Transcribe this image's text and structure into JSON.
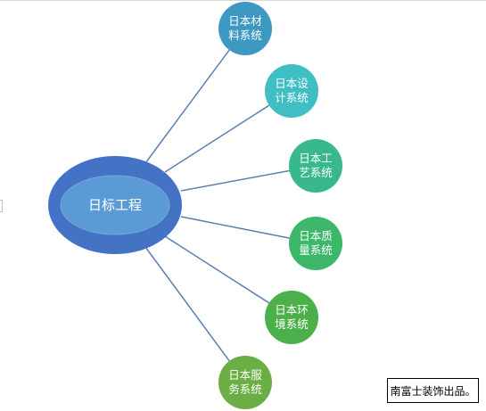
{
  "diagram": {
    "center": {
      "label": "日标工程"
    },
    "branches": [
      {
        "label": "日本材料系统",
        "color": "#3d98c2"
      },
      {
        "label": "日本设计系统",
        "color": "#3fbfc4"
      },
      {
        "label": "日本工艺系统",
        "color": "#39b88f"
      },
      {
        "label": "日本质量系统",
        "color": "#3db86b"
      },
      {
        "label": "日本环境系统",
        "color": "#4cb04a"
      },
      {
        "label": "日本服务系统",
        "color": "#6aae45"
      }
    ],
    "colors": {
      "center_outer": "#4472c4",
      "center_inner": "#5b9bd5",
      "connector": "#5d7fb0"
    }
  },
  "credit": {
    "text": "南富士装饰出品。"
  }
}
